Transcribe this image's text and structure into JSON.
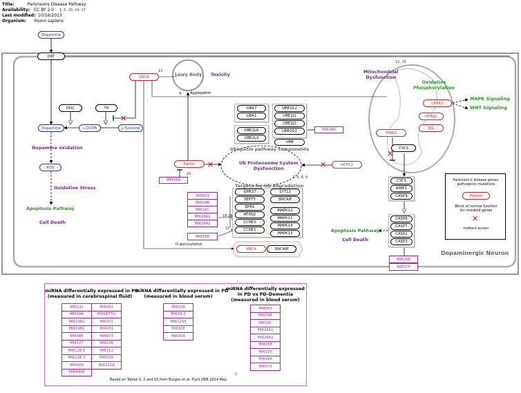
{
  "header": {
    "title_label": "Title:",
    "title": "Parkinsons Disease Pathway",
    "availability_label": "Availability:",
    "availability": "CC BY 2.0",
    "availability_refs": "3, 5, 10, 14, 17",
    "modified_label": "Last modified:",
    "modified": "10/16/2013",
    "organism_label": "Organism:",
    "organism": "Homo sapiens"
  },
  "nodes": {
    "dopamine_top": "Dopamine",
    "dat": "DAT",
    "snca_top": "SNCA",
    "snca_ref": "13",
    "lewy_body": "Lewy Body",
    "toxicity": "Toxicity",
    "aggregation": "Aggregation",
    "aggregation_ref": "4",
    "ddc": "DDC",
    "th": "TH",
    "dopamine": "Dopamine",
    "l_dopa": "L-DOPA",
    "l_tyrosine": "L-Tyrosine",
    "dopamine_oxidation": "Dopamine oxidation",
    "ros": "ROS",
    "oxidative_stress": "Oxidative Stress",
    "apoptosis_left": "Apoptosis Pathway",
    "cell_death_left": "Cell Death",
    "uba7": "UBA7",
    "uba1": "UBA1",
    "ube2l6": "UBE2L6",
    "ube2l3": "UBE2L3",
    "ube2g2": "UBE2G2",
    "ube2j1": "UBE2J1",
    "ube2j2": "UBE2J2",
    "ube2g1": "UBE2G1",
    "ubb": "UBB",
    "mir18a_center": "MIR18A",
    "ubiquitin_components": "Ubiquitin pathway components",
    "ub_dysfunction_line1": "Ub Proteosome System",
    "ub_dysfunction_line2": "Dysfunction",
    "ub_refs": "1, 6, 8, 9",
    "parkin": "Parkin",
    "parkin_ref": "24",
    "mir26b_left": "MIR26B",
    "uchl1": "UCHL1",
    "targets_label": "Targets for Ub degradation",
    "gpr37": "GPR37",
    "sept5": "SEPT5",
    "eprs": "EPRS",
    "atxn2": "ATXN2",
    "ccne2": "CCNE2",
    "ccne1": "CCNE1",
    "syt11": "SYT11",
    "sncaip_upper": "SNCAIP",
    "mapk12": "MAPK12",
    "mapk11": "MAPK11",
    "mapk14": "MAPK14",
    "mapk13": "MAPK13",
    "mir503": "MIR503",
    "mir34b": "MIR34B",
    "mir34c": "MIR34C",
    "mir26a1": "MIR26A1",
    "mir26a2": "MIR26A2",
    "mir195": "MIR195",
    "refs_1828": "18-28",
    "ref_21": "21",
    "o_glycosylation": "O-glycosylation",
    "snca_bottom": "SNCA",
    "sncaip_bottom": "SNCAIP",
    "mito_refs": "12, 16",
    "mito_dysfunction_line1": "Mitochondrial",
    "mito_dysfunction_line2": "Dysfunction",
    "oxidative_phos_line1": "Oxidative",
    "oxidative_phos_line2": "Phosphorylation",
    "lrrk2": "LRRK2",
    "htra2": "HTRA2",
    "dj1": "DJ1",
    "pink1": "PINK1",
    "cycs_mito": "CYCS",
    "mapk_signaling": "MAPK Signaling",
    "wnt_signaling": "WNT Signaling",
    "cycs": "CYCS",
    "apaf1": "APAF1",
    "casp9": "CASP9",
    "casp6": "CASP6",
    "casp7": "CASP7",
    "casp2": "CASP2",
    "casp3": "CASP3",
    "apoptosis_right": "Apoptosis Pathway",
    "cell_death_right": "Cell Death",
    "mir26b_right": "MIR26B",
    "mir375_right": "MIR375",
    "dopaminergic_neuron": "Dopaminergic Neuron"
  },
  "legend": {
    "heading_line1": "Parkinson's disease genes:",
    "heading_line2": "pathogenic mutations",
    "protein": "Protein",
    "loss_line1": "Block of normal function",
    "loss_line2": "for mutated genes",
    "indirect": "Indirect action"
  },
  "mirna_panel": {
    "col1_title_line1": "miRNA differentially expressed in PD",
    "col1_title_line2": "(measured in cerebrospinal fluid)",
    "col1a": [
      "MIR132",
      "MIR19A",
      "MIR19B1",
      "MIR19B2",
      "MIR485",
      "MIR127",
      "MIR128-1",
      "MIR128-2",
      "MIR409",
      "MIR4448"
    ],
    "col1b": [
      "MIR433",
      "MIRLET7G",
      "MIR370",
      "MIR431",
      "MIR873",
      "MIR136",
      "MIR212",
      "MIR10A",
      "MIR1224"
    ],
    "col2_title_line1": "miRNA differentially expressed in PD",
    "col2_title_line2": "(measured in blood serum)",
    "col2": [
      "MIR338",
      "MIR16-2",
      "MIR1294",
      "MIR30E",
      "MIR30A"
    ],
    "col3_title_line1": "miRNA differentially expressed",
    "col3_title_line2": "in PD vs PD-Dementia",
    "col3_title_line3": "(measured in blood serum)",
    "col3": [
      "MIR503",
      "MIR34B",
      "MIR34C",
      "MIR26A1",
      "MIR26A2",
      "MIR26B",
      "MIR195",
      "MIR18A",
      "MIR375"
    ],
    "footnote": "Based on Tables 1, 2 and S3 from Burgos et al, PLoS ONE 2014 May.",
    "footnote_ref": "7"
  }
}
